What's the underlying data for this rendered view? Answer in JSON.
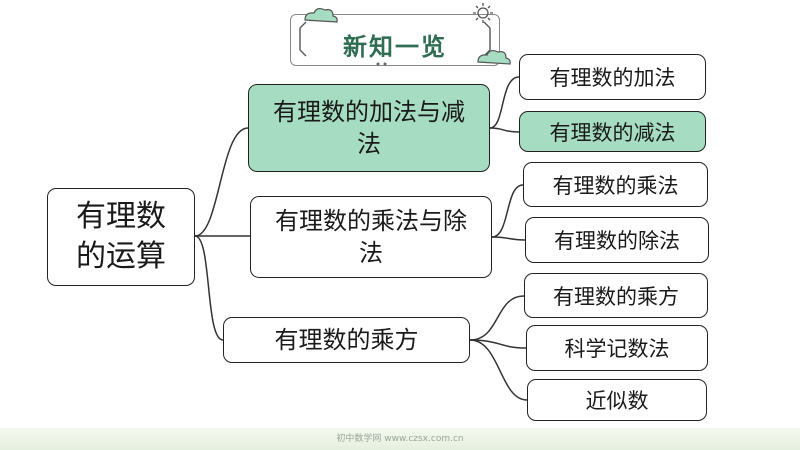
{
  "header": {
    "title": "新知一览"
  },
  "mindmap": {
    "root": {
      "label": "有理数的运算"
    },
    "branches": [
      {
        "label": "有理数的加法与减法",
        "highlight": true,
        "children": [
          {
            "label": "有理数的加法",
            "highlight": false
          },
          {
            "label": "有理数的减法",
            "highlight": true
          }
        ]
      },
      {
        "label": "有理数的乘法与除法",
        "highlight": false,
        "children": [
          {
            "label": "有理数的乘法",
            "highlight": false
          },
          {
            "label": "有理数的除法",
            "highlight": false
          }
        ]
      },
      {
        "label": "有理数的乘方",
        "highlight": false,
        "children": [
          {
            "label": "有理数的乘方",
            "highlight": false
          },
          {
            "label": "科学记数法",
            "highlight": false
          },
          {
            "label": "近似数",
            "highlight": false
          }
        ]
      }
    ]
  },
  "footer": {
    "watermark": "初中数学网 www.czsx.com.cn"
  },
  "colors": {
    "highlight": "#a6dcc1",
    "title_text": "#2f6e52",
    "border": "#222222"
  }
}
